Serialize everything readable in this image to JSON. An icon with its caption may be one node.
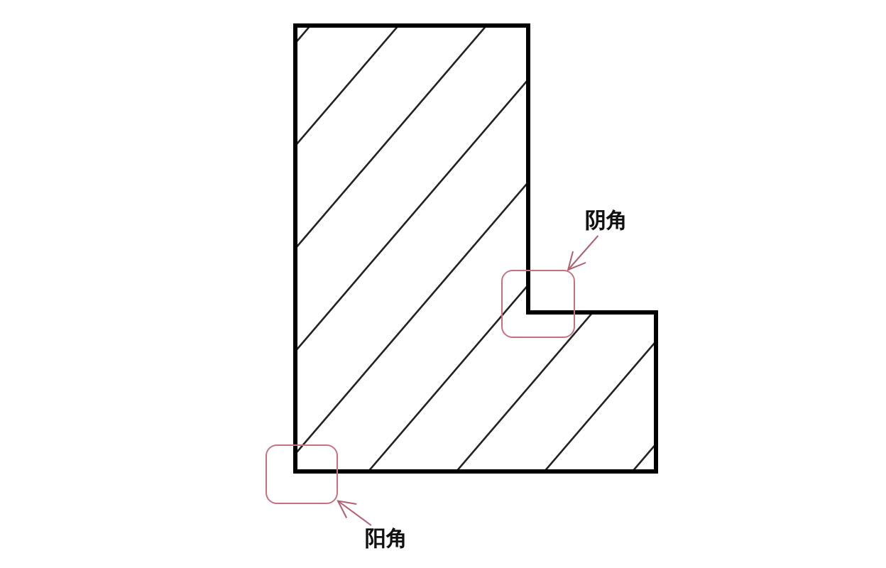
{
  "diagram": {
    "nodes": [
      {
        "text": [
          "阴角"
        ]
      },
      {
        "text": [],
        "shape": "box"
      },
      {
        "text": [],
        "shape": "box"
      },
      {
        "text": [
          "阳角"
        ]
      }
    ],
    "edges": [
      {
        "from": 0,
        "to": 1,
        "arrow": "to"
      },
      {
        "from": 3,
        "to": 2,
        "arrow": "to"
      }
    ]
  }
}
